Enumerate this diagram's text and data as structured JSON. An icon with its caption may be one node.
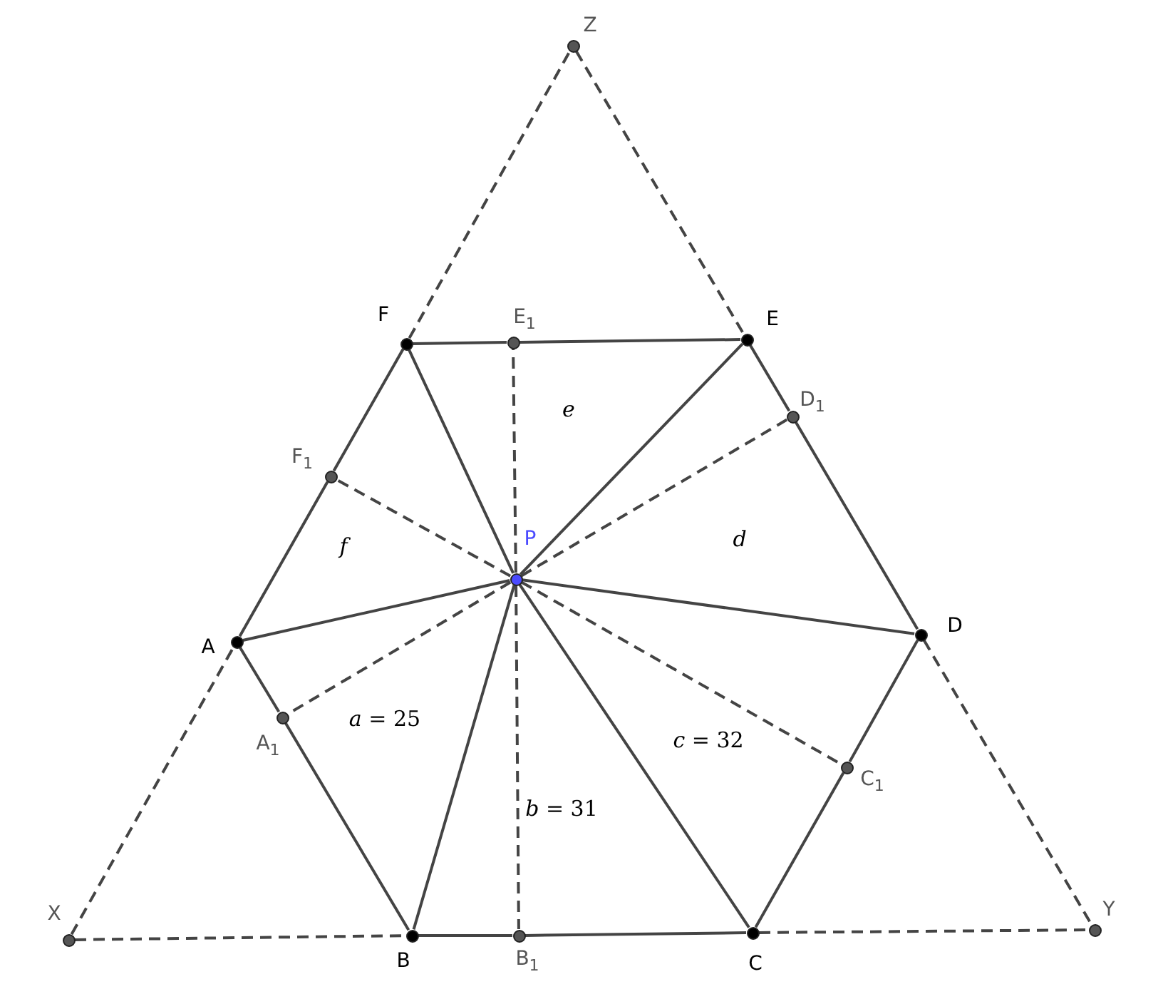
{
  "diagram": {
    "nodes": [
      {
        "text": [],
        "shape": "circle",
        "beside": [
          "Z"
        ]
      },
      {
        "text": [],
        "shape": "circle",
        "beside": [
          "F"
        ]
      },
      {
        "text": [],
        "shape": "circle",
        "beside": [
          "E$_{1}$"
        ]
      },
      {
        "text": [],
        "shape": "circle",
        "beside": [
          "E"
        ]
      },
      {
        "text": [],
        "shape": "circle",
        "beside": [
          "D$_{1}$"
        ]
      },
      {
        "text": [],
        "shape": "circle",
        "beside": [
          "F$_{1}$"
        ]
      },
      {
        "text": [],
        "shape": "circle",
        "beside": [
          "P"
        ]
      },
      {
        "text": [],
        "shape": "circle",
        "beside": [
          "A"
        ]
      },
      {
        "text": [],
        "shape": "circle",
        "beside": [
          "D"
        ]
      },
      {
        "text": [],
        "shape": "circle",
        "beside": [
          "A$_{1}$"
        ]
      },
      {
        "text": [],
        "shape": "circle",
        "beside": [
          "C$_{1}$"
        ]
      },
      {
        "text": [],
        "shape": "circle",
        "beside": [
          "X"
        ]
      },
      {
        "text": [],
        "shape": "circle",
        "beside": [
          "B"
        ]
      },
      {
        "text": [],
        "shape": "circle",
        "beside": [
          "B$_{1}$"
        ]
      },
      {
        "text": [],
        "shape": "circle",
        "beside": [
          "C"
        ]
      },
      {
        "text": [],
        "shape": "circle",
        "beside": [
          "Y"
        ]
      }
    ],
    "edges": [
      {
        "from": 7,
        "to": 9,
        "arrow": "none"
      },
      {
        "from": 9,
        "to": 12,
        "arrow": "none"
      },
      {
        "from": 12,
        "to": 13,
        "arrow": "none"
      },
      {
        "from": 13,
        "to": 14,
        "arrow": "none"
      },
      {
        "from": 14,
        "to": 10,
        "arrow": "none"
      },
      {
        "from": 10,
        "to": 8,
        "arrow": "none"
      },
      {
        "from": 8,
        "to": 4,
        "arrow": "none"
      },
      {
        "from": 4,
        "to": 3,
        "arrow": "none"
      },
      {
        "from": 3,
        "to": 2,
        "arrow": "none"
      },
      {
        "from": 2,
        "to": 1,
        "arrow": "none"
      },
      {
        "from": 1,
        "to": 5,
        "arrow": "none"
      },
      {
        "from": 5,
        "to": 7,
        "arrow": "none"
      },
      {
        "from": 6,
        "to": 7,
        "arrow": "none"
      },
      {
        "from": 6,
        "to": 12,
        "arrow": "none"
      },
      {
        "from": 6,
        "to": 14,
        "arrow": "none"
      },
      {
        "from": 6,
        "to": 8,
        "arrow": "none"
      },
      {
        "from": 6,
        "to": 3,
        "arrow": "none"
      },
      {
        "from": 6,
        "to": 1,
        "arrow": "none"
      },
      {
        "from": 6,
        "to": 9,
        "arrow": "none",
        "style": "dashed"
      },
      {
        "from": 6,
        "to": 13,
        "arrow": "none",
        "style": "dashed"
      },
      {
        "from": 6,
        "to": 10,
        "arrow": "none",
        "style": "dashed"
      },
      {
        "from": 6,
        "to": 4,
        "arrow": "none",
        "style": "dashed"
      },
      {
        "from": 6,
        "to": 2,
        "arrow": "none",
        "style": "dashed"
      },
      {
        "from": 6,
        "to": 5,
        "arrow": "none",
        "style": "dashed"
      },
      {
        "from": 11,
        "to": 7,
        "arrow": "none",
        "style": "dashed"
      },
      {
        "from": 1,
        "to": 0,
        "arrow": "none",
        "style": "dashed"
      },
      {
        "from": 0,
        "to": 3,
        "arrow": "none",
        "style": "dashed"
      },
      {
        "from": 8,
        "to": 15,
        "arrow": "none",
        "style": "dashed"
      },
      {
        "from": 14,
        "to": 15,
        "arrow": "none",
        "style": "dashed"
      },
      {
        "from": 11,
        "to": 12,
        "arrow": "none",
        "style": "dashed"
      }
    ],
    "labels": [
      "*e*",
      "*d*",
      "*f*",
      "*a* = 25",
      "*c* = 32",
      "*b* = 31"
    ]
  }
}
